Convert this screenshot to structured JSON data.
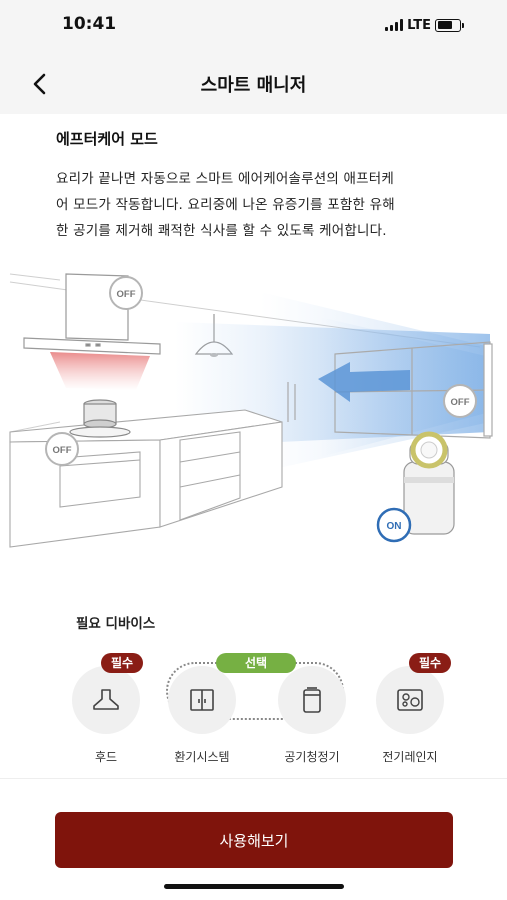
{
  "status_bar": {
    "time": "10:41",
    "network": "LTE"
  },
  "nav": {
    "title": "스마트 매니저",
    "back_icon": "chevron-left-icon"
  },
  "mode": {
    "title": "에프터케어 모드",
    "description_lines": [
      "요리가 끝나면 자동으로 스마트 에어케어솔루션의 애프터케",
      "어 모드가 작동합니다. 요리중에 나온 유증기를 포함한 유해",
      "한 공기를 제거해 쾌적한 식사를 할 수 있도록 케어합니다."
    ]
  },
  "illustration": {
    "hood_state": "OFF",
    "cooktop_state": "OFF",
    "ventilation_state": "OFF",
    "purifier_state": "ON"
  },
  "devices": {
    "title": "필요 디바이스",
    "items": [
      {
        "label": "후드",
        "badge": "필수",
        "icon": "range-hood-icon"
      },
      {
        "label": "환기시스템",
        "badge": "",
        "icon": "ventilation-icon"
      },
      {
        "label": "공기청정기",
        "badge": "",
        "icon": "air-purifier-icon"
      },
      {
        "label": "전기레인지",
        "badge": "필수",
        "icon": "cooktop-icon"
      }
    ],
    "optional_badge": "선택"
  },
  "cta": {
    "label": "사용해보기"
  },
  "colors": {
    "brand": "#7f140c",
    "required_badge": "#8a1d15",
    "optional_badge": "#76b043",
    "on_state": "#2f6db5",
    "airflow": "#6a9fd8"
  }
}
